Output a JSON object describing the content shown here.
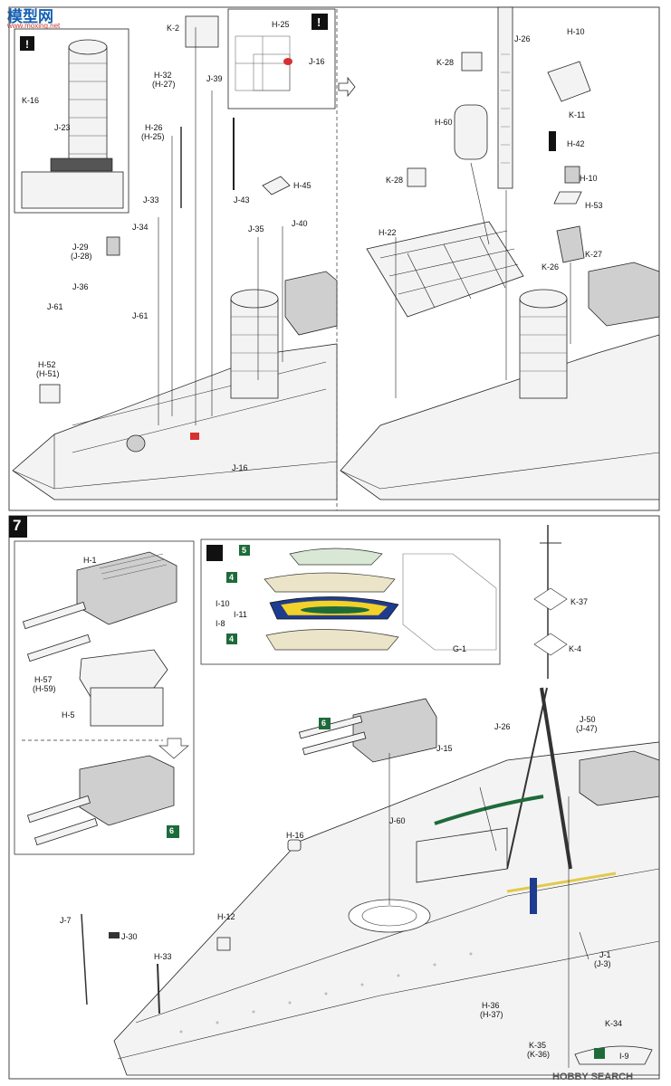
{
  "watermark_top": {
    "brand": "模型网",
    "url": "www.moxing.net"
  },
  "watermark_bottom": {
    "brand": "HOBBY SEARCH"
  },
  "step_number": "7",
  "labels_top_left": [
    "K-2",
    "H-25",
    "J-16",
    "K-16",
    "J-23",
    "H-32",
    "(H-27)",
    "J-39",
    "H-26",
    "(H-25)",
    "J-33",
    "J-43",
    "H-45",
    "J-34",
    "J-35",
    "J-40",
    "J-29",
    "(J-28)",
    "J-36",
    "J-61",
    "J-61",
    "H-52",
    "(H-51)",
    "J-16"
  ],
  "labels_top_right": [
    "J-26",
    "H-10",
    "K-28",
    "K-11",
    "H-60",
    "H-42",
    "H-10",
    "K-28",
    "H-53",
    "H-22",
    "K-26",
    "K-27"
  ],
  "labels_step7": [
    "H-1",
    "H-57",
    "(H-59)",
    "H-5",
    "5",
    "4",
    "I-10",
    "I-11",
    "I-8",
    "4",
    "G-1",
    "K-37",
    "K-4",
    "6",
    "J-50",
    "(J-47)",
    "J-26",
    "J-15",
    "J-60",
    "H-16",
    "J-7",
    "J-30",
    "H-12",
    "H-33",
    "J-1",
    "(J-3)",
    "H-36",
    "(H-37)",
    "K-34",
    "K-35",
    "(K-36)",
    "I-9",
    "6"
  ]
}
